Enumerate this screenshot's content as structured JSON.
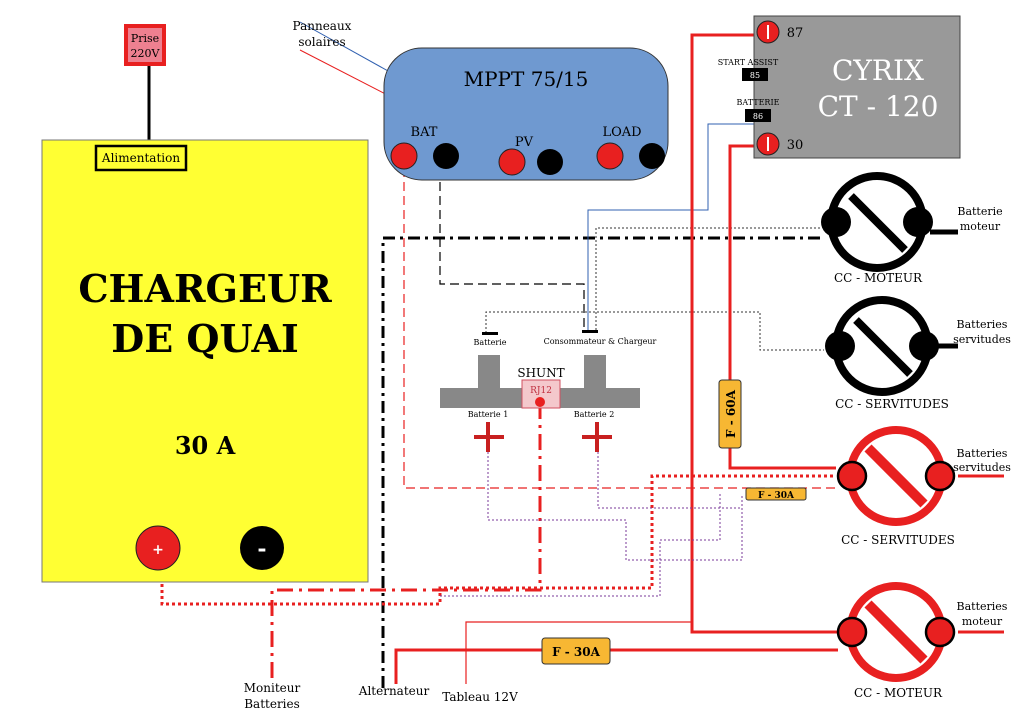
{
  "prise": {
    "line1": "Prise",
    "line2": "220V"
  },
  "alimentation": "Alimentation",
  "chargeur": {
    "line1": "CHARGEUR",
    "line2": "DE QUAI",
    "amps": "30 A",
    "plus": "+",
    "minus": "-"
  },
  "mppt": {
    "title": "MPPT 75/15",
    "bat": "BAT",
    "pv": "PV",
    "load": "LOAD"
  },
  "panneaux": {
    "line1": "Panneaux",
    "line2": "solaires"
  },
  "cyrix": {
    "line1": "CYRIX",
    "line2": "CT - 120",
    "start_assist": "START ASSIST",
    "pin85": "85",
    "batterie": "BATTERIE",
    "pin86": "86",
    "pin87": "87",
    "pin30": "30"
  },
  "shunt": {
    "title": "SHUNT",
    "rj12": "RJ12",
    "batterie": "Batterie",
    "consommateur": "Consommateur & Chargeur",
    "batterie1": "Batterie 1",
    "batterie2": "Batterie 2"
  },
  "switches": {
    "top_moteur": {
      "label": "CC - MOTEUR",
      "side_line1": "Batterie",
      "side_line2": "moteur"
    },
    "top_servitudes": {
      "label": "CC -  SERVITUDES",
      "side_line1": "Batteries",
      "side_line2": "servitudes"
    },
    "red_servitudes": {
      "label": "CC -  SERVITUDES",
      "side_line1": "Batteries",
      "side_line2": "servitudes"
    },
    "red_moteur": {
      "label": "CC - MOTEUR",
      "side_line1": "Batteries",
      "side_line2": "moteur"
    }
  },
  "fuses": {
    "f60": "F - 60A",
    "f30_small": "F - 30A",
    "f30": "F - 30A"
  },
  "bottom_labels": {
    "moniteur_line1": "Moniteur",
    "moniteur_line2": "Batteries",
    "alternateur": "Alternateur",
    "tableau": "Tableau 12V"
  },
  "colors": {
    "yellow": "#ffff33",
    "mppt_blue": "#6f99d0",
    "cyrix_gray": "#999999",
    "red": "#e82020",
    "fuse_orange": "#f7b733"
  }
}
